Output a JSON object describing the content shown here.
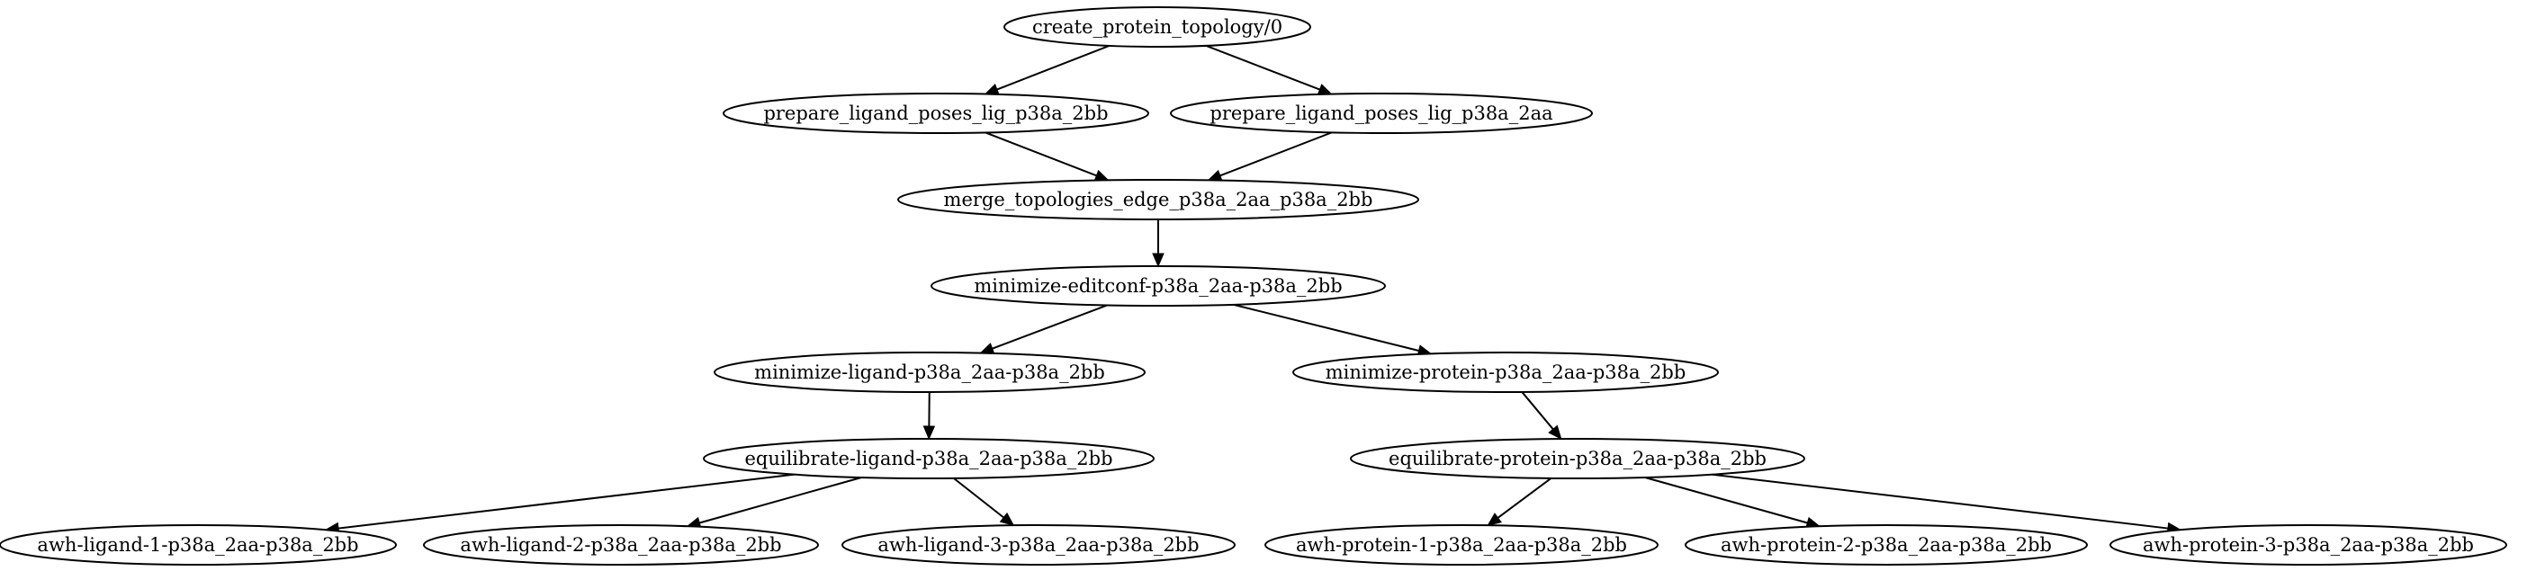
{
  "graph": {
    "nodes": [
      {
        "id": "n0",
        "label": "create_protein_topology/0"
      },
      {
        "id": "n1",
        "label": "prepare_ligand_poses_lig_p38a_2bb"
      },
      {
        "id": "n2",
        "label": "prepare_ligand_poses_lig_p38a_2aa"
      },
      {
        "id": "n3",
        "label": "merge_topologies_edge_p38a_2aa_p38a_2bb"
      },
      {
        "id": "n4",
        "label": "minimize-editconf-p38a_2aa-p38a_2bb"
      },
      {
        "id": "n5",
        "label": "minimize-ligand-p38a_2aa-p38a_2bb"
      },
      {
        "id": "n6",
        "label": "minimize-protein-p38a_2aa-p38a_2bb"
      },
      {
        "id": "n7",
        "label": "equilibrate-ligand-p38a_2aa-p38a_2bb"
      },
      {
        "id": "n8",
        "label": "equilibrate-protein-p38a_2aa-p38a_2bb"
      },
      {
        "id": "n9",
        "label": "awh-ligand-1-p38a_2aa-p38a_2bb"
      },
      {
        "id": "n10",
        "label": "awh-ligand-2-p38a_2aa-p38a_2bb"
      },
      {
        "id": "n11",
        "label": "awh-ligand-3-p38a_2aa-p38a_2bb"
      },
      {
        "id": "n12",
        "label": "awh-protein-1-p38a_2aa-p38a_2bb"
      },
      {
        "id": "n13",
        "label": "awh-protein-2-p38a_2aa-p38a_2bb"
      },
      {
        "id": "n14",
        "label": "awh-protein-3-p38a_2aa-p38a_2bb"
      }
    ],
    "edges": [
      {
        "from": "n0",
        "to": "n1"
      },
      {
        "from": "n0",
        "to": "n2"
      },
      {
        "from": "n1",
        "to": "n3"
      },
      {
        "from": "n2",
        "to": "n3"
      },
      {
        "from": "n3",
        "to": "n4"
      },
      {
        "from": "n4",
        "to": "n5"
      },
      {
        "from": "n4",
        "to": "n6"
      },
      {
        "from": "n5",
        "to": "n7"
      },
      {
        "from": "n6",
        "to": "n8"
      },
      {
        "from": "n7",
        "to": "n9"
      },
      {
        "from": "n7",
        "to": "n10"
      },
      {
        "from": "n7",
        "to": "n11"
      },
      {
        "from": "n8",
        "to": "n12"
      },
      {
        "from": "n8",
        "to": "n13"
      },
      {
        "from": "n8",
        "to": "n14"
      }
    ]
  }
}
